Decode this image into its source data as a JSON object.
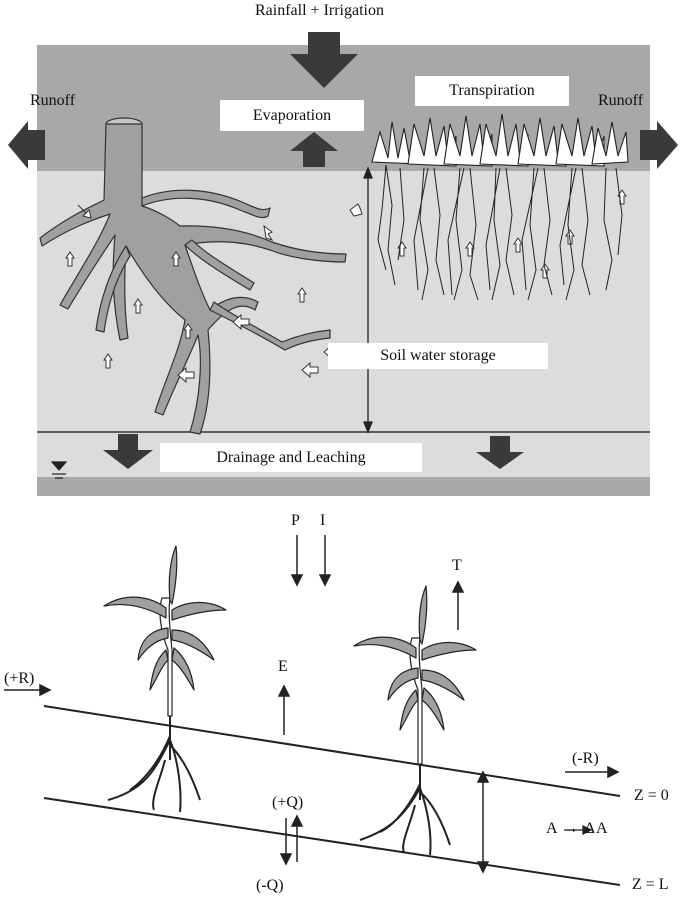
{
  "top": {
    "rainfall_irrigation": "Rainfall + Irrigation",
    "runoff_left": "Runoff",
    "runoff_right": "Runoff",
    "evaporation": "Evaporation",
    "transpiration": "Transpiration",
    "soil_water_storage": "Soil water storage",
    "drainage_leaching": "Drainage and Leaching"
  },
  "bottom": {
    "p": "P",
    "i": "I",
    "t": "T",
    "e": "E",
    "plus_r": "(+R)",
    "minus_r": "(-R)",
    "plus_q": "(+Q)",
    "minus_q": "(-Q)",
    "z0": "Z = 0",
    "zl": "Z = L",
    "a_to_delta": "A → ΔA"
  },
  "colors": {
    "surface_band": "#a8a8a8",
    "soil": "#dcdcdc",
    "arrow": "#3a3a3a",
    "root": "#9a9a9a",
    "leaf": "#a0a0a0"
  }
}
